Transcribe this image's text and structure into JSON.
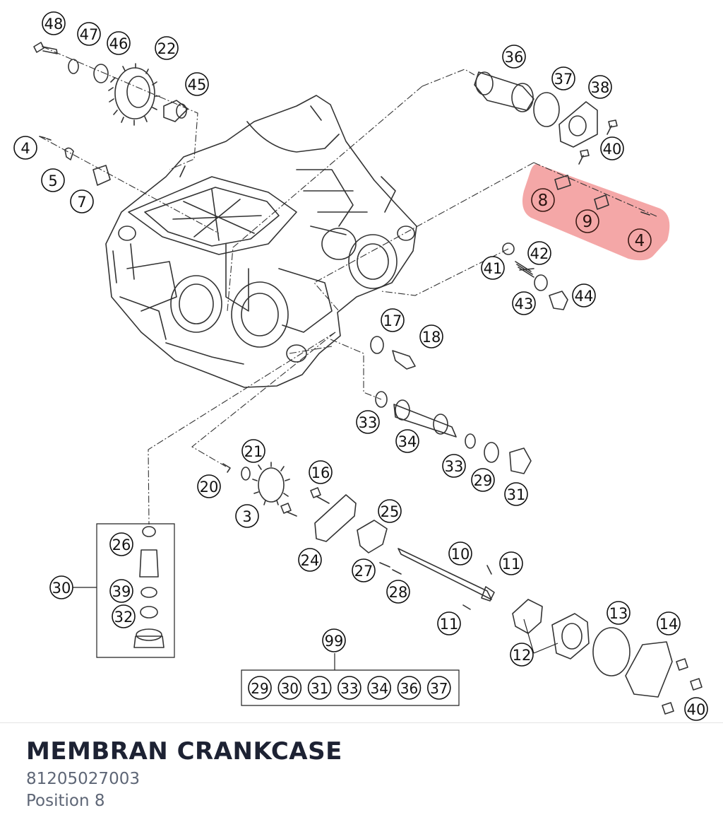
{
  "part": {
    "title": "MEMBRAN CRANKCASE",
    "number": "81205027003",
    "position": "Position 8"
  },
  "diagram": {
    "callouts": [
      "48",
      "47",
      "46",
      "22",
      "45",
      "4",
      "5",
      "7",
      "36",
      "37",
      "38",
      "40",
      "8",
      "9",
      "4",
      "42",
      "41",
      "44",
      "43",
      "17",
      "18",
      "33",
      "34",
      "21",
      "20",
      "16",
      "3",
      "33",
      "29",
      "31",
      "25",
      "24",
      "10",
      "11",
      "27",
      "28",
      "11",
      "26",
      "30",
      "39",
      "32",
      "13",
      "14",
      "12",
      "99",
      "40"
    ],
    "kit": [
      "29",
      "30",
      "31",
      "33",
      "34",
      "36",
      "37"
    ],
    "highlight_color": "#f08a8a"
  }
}
